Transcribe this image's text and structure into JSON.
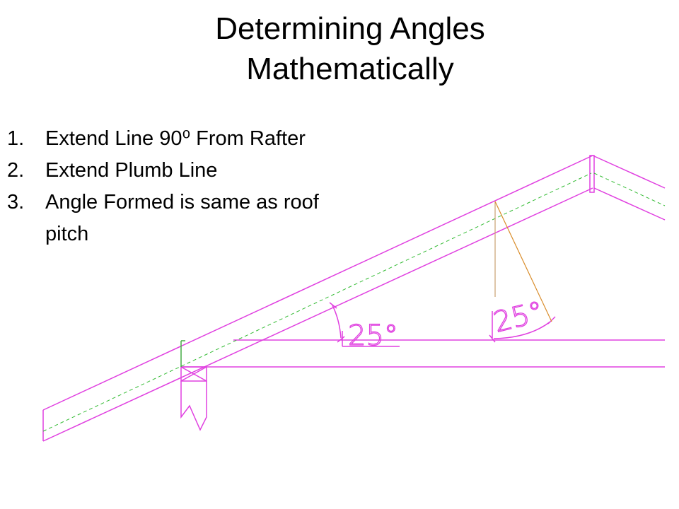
{
  "slide": {
    "title_line1": "Determining Angles",
    "title_line2": "Mathematically",
    "steps": [
      {
        "num": "1.",
        "text": "Extend Line 90⁰ From Rafter"
      },
      {
        "num": "2.",
        "text": "Extend Plumb Line"
      },
      {
        "num": "3.",
        "text": "Angle Formed is same as roof pitch"
      }
    ]
  },
  "diagram": {
    "angle_label_1": "25°",
    "angle_label_2": "25°",
    "colors": {
      "framing": "#e040e0",
      "centerline": "#33bb33",
      "construction": "#d98c2a",
      "plumb": "#c8a070",
      "post_green": "#44aa44"
    }
  }
}
